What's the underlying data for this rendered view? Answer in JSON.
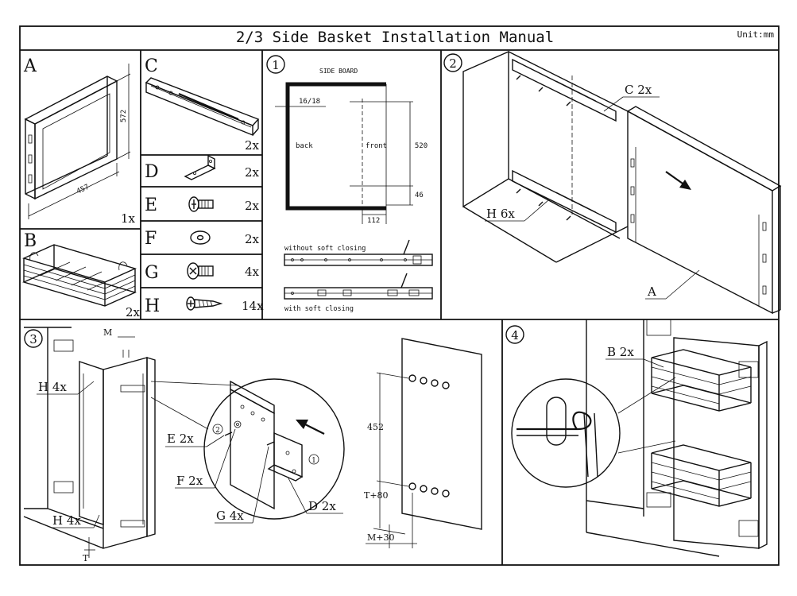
{
  "header": {
    "title": "2/3 Side Basket Installation Manual",
    "unit": "Unit:mm"
  },
  "parts": {
    "A": {
      "letter": "A",
      "qty": "1x",
      "dim_h": "572",
      "dim_w": "457"
    },
    "B": {
      "letter": "B",
      "qty": "2x"
    },
    "C": {
      "letter": "C",
      "qty": "2x"
    },
    "D": {
      "letter": "D",
      "qty": "2x"
    },
    "E": {
      "letter": "E",
      "qty": "2x"
    },
    "F": {
      "letter": "F",
      "qty": "2x"
    },
    "G": {
      "letter": "G",
      "qty": "4x"
    },
    "H": {
      "letter": "H",
      "qty": "14x"
    }
  },
  "step1": {
    "num": "1",
    "side_board": "SIDE BOARD",
    "dim_top": "16/18",
    "back": "back",
    "front": "front",
    "dim_520": "520",
    "dim_46": "46",
    "dim_112": "112",
    "without_soft": "without soft closing",
    "with_soft": "with soft closing"
  },
  "step2": {
    "num": "2",
    "c_label": "C 2x",
    "h_label": "H 6x",
    "a_label": "A"
  },
  "step3": {
    "num": "3",
    "m": "M",
    "h_top": "H 4x",
    "h_bottom": "H 4x",
    "t": "T",
    "e_label": "E 2x",
    "f_label": "F 2x",
    "g_label": "G 4x",
    "d_label": "D 2x",
    "sub1": "1",
    "sub2": "2",
    "dim_452": "452",
    "t80": "T+80",
    "m30": "M+30"
  },
  "step4": {
    "num": "4",
    "b_label": "B 2x"
  }
}
